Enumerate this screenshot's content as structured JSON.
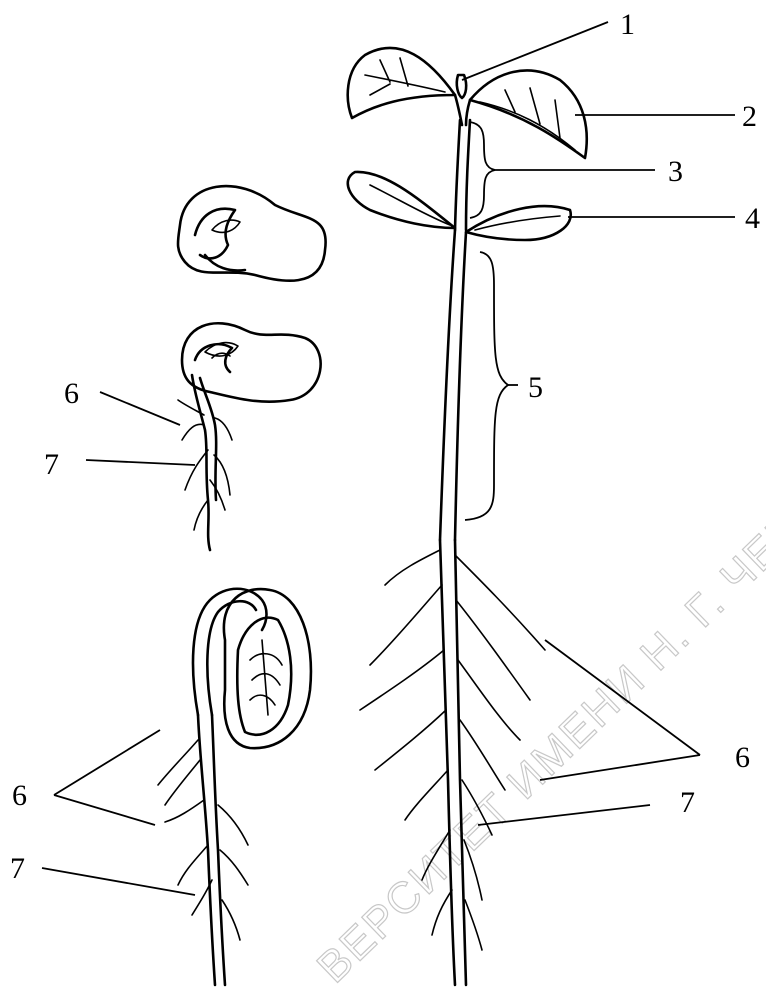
{
  "labels": {
    "l1": "1",
    "l2": "2",
    "l3": "3",
    "l4": "4",
    "l5": "5",
    "l6_small": "6",
    "l7_small": "7",
    "l6_bottom": "6",
    "l7_bottom": "7",
    "l6_big": "6",
    "l7_big": "7"
  },
  "watermark": {
    "text": "ВЕРСИТЕТ ИМЕНИ Н. Г. ЧЕР"
  }
}
